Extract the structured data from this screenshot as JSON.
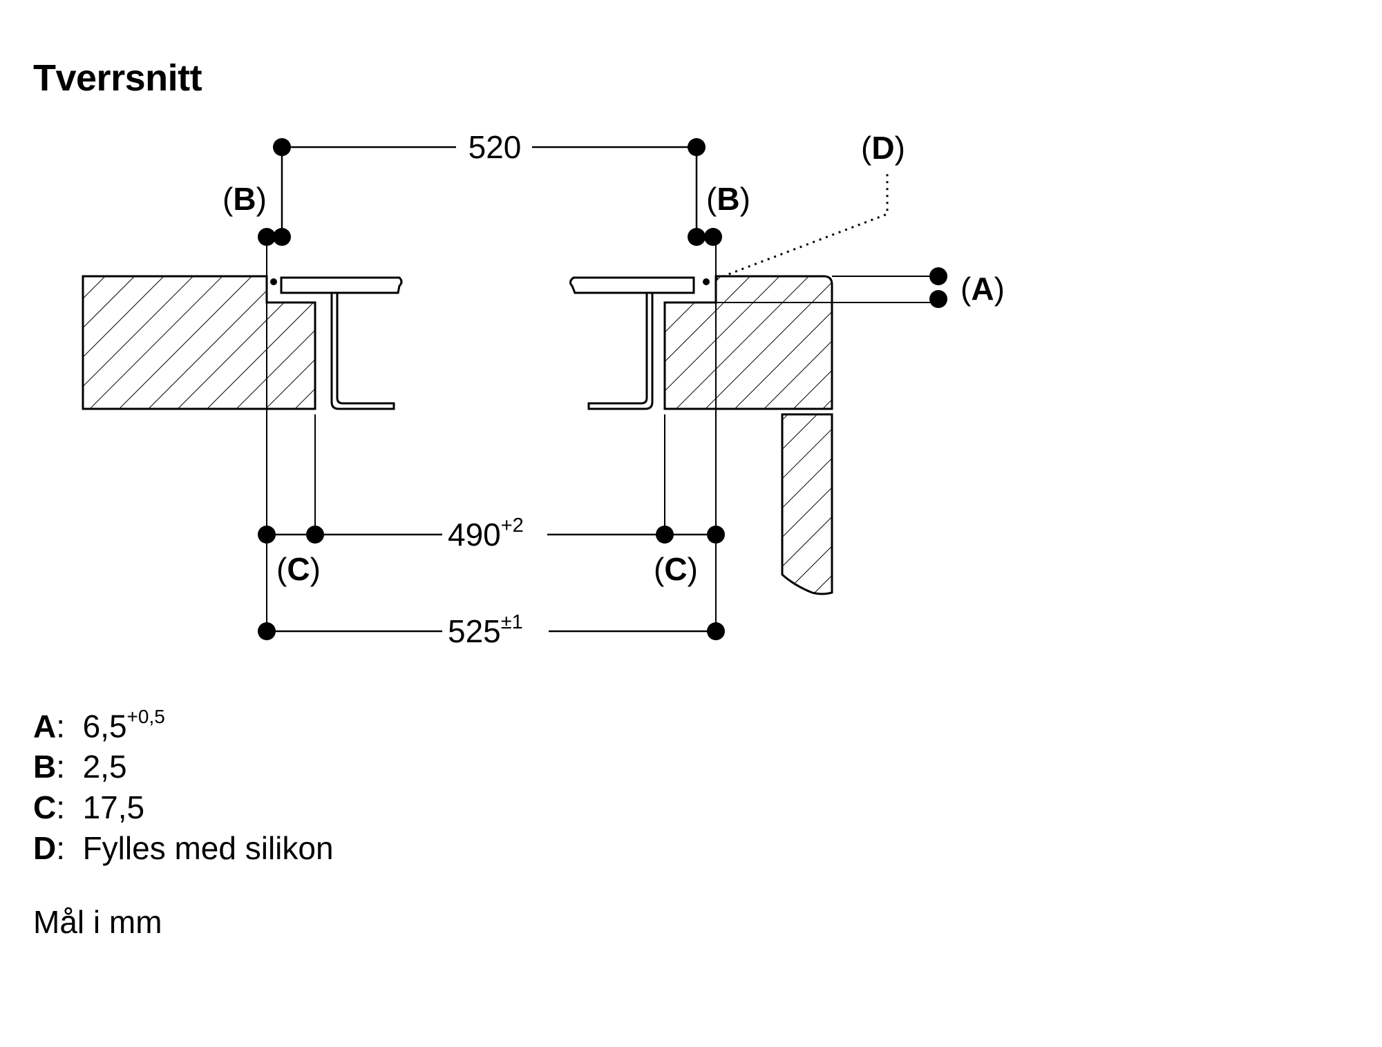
{
  "title": "Tverrsnitt",
  "dimensions": {
    "top": "520",
    "inner_value": "490",
    "inner_tol": "+2",
    "outer_value": "525",
    "outer_tol": "±1"
  },
  "callouts": {
    "a": "A",
    "b": "B",
    "c": "C",
    "d": "D"
  },
  "legend": [
    {
      "key": "A",
      "value": "6,5",
      "sup": "+0,5"
    },
    {
      "key": "B",
      "value": "2,5",
      "sup": ""
    },
    {
      "key": "C",
      "value": "17,5",
      "sup": ""
    },
    {
      "key": "D",
      "value": "Fylles med silikon",
      "sup": ""
    }
  ],
  "unit_note": "Mål i mm"
}
